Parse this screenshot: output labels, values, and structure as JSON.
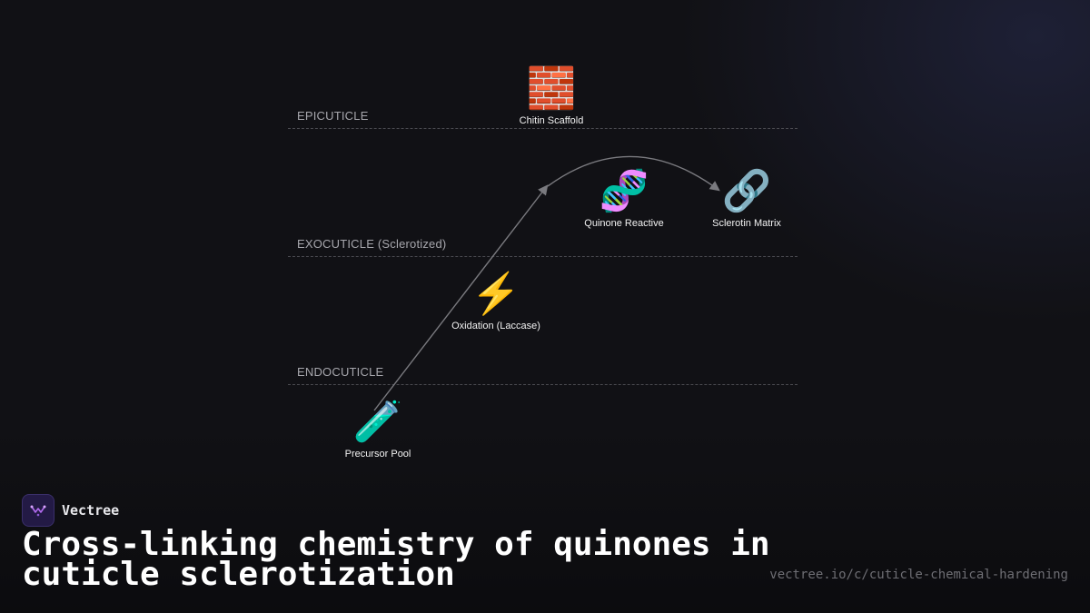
{
  "layers": [
    {
      "label": "EPICUTICLE"
    },
    {
      "label": "EXOCUTICLE (Sclerotized)"
    },
    {
      "label": "ENDOCUTICLE"
    }
  ],
  "nodes": [
    {
      "emoji": "🧱",
      "label": "Chitin Scaffold",
      "icon": "brick-icon"
    },
    {
      "emoji": "🧬",
      "label": "Quinone Reactive",
      "icon": "dna-icon"
    },
    {
      "emoji": "🔗",
      "label": "Sclerotin Matrix",
      "icon": "link-icon"
    },
    {
      "emoji": "⚡",
      "label": "Oxidation (Laccase)",
      "icon": "lightning-icon"
    },
    {
      "emoji": "🧪",
      "label": "Precursor Pool",
      "icon": "test-tube-icon"
    }
  ],
  "brand": {
    "name": "Vectree",
    "icon": "vectree-logo-icon"
  },
  "title": "Cross-linking chemistry of quinones in cuticle sclerotization",
  "url": "vectree.io/c/cuticle-chemical-hardening",
  "colors": {
    "background": "#111115",
    "arrow": "#7a7a7f",
    "logo": "#231a45"
  }
}
